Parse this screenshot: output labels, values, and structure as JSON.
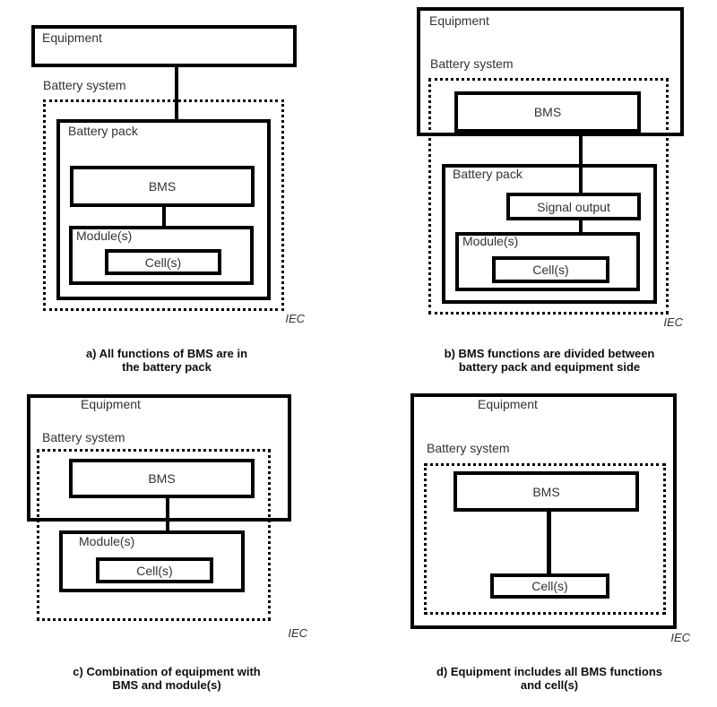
{
  "colors": {
    "line": "#000000",
    "label_text": "#333333",
    "caption_text": "#0d0d0d",
    "background": "#ffffff"
  },
  "panels": {
    "a": {
      "labels": {
        "equipment": "Equipment",
        "battery_system": "Battery system",
        "battery_pack": "Battery pack",
        "bms": "BMS",
        "modules": "Module(s)",
        "cells": "Cell(s)"
      },
      "iec": "IEC",
      "caption": [
        "a) All functions of BMS are in",
        "the battery pack"
      ]
    },
    "b": {
      "labels": {
        "equipment": "Equipment",
        "battery_system": "Battery system",
        "battery_pack": "Battery pack",
        "bms": "BMS",
        "signal_output": "Signal output",
        "modules": "Module(s)",
        "cells": "Cell(s)"
      },
      "iec": "IEC",
      "caption": [
        "b) BMS functions are divided between",
        "battery pack and equipment side"
      ]
    },
    "c": {
      "labels": {
        "equipment": "Equipment",
        "battery_system": "Battery system",
        "bms": "BMS",
        "modules": "Module(s)",
        "cells": "Cell(s)"
      },
      "iec": "IEC",
      "caption": [
        "c) Combination of equipment with",
        "BMS and module(s)"
      ]
    },
    "d": {
      "labels": {
        "equipment": "Equipment",
        "battery_system": "Battery system",
        "bms": "BMS",
        "cells": "Cell(s)"
      },
      "iec": "IEC",
      "caption": [
        "d) Equipment includes all BMS functions",
        "and cell(s)"
      ]
    }
  }
}
